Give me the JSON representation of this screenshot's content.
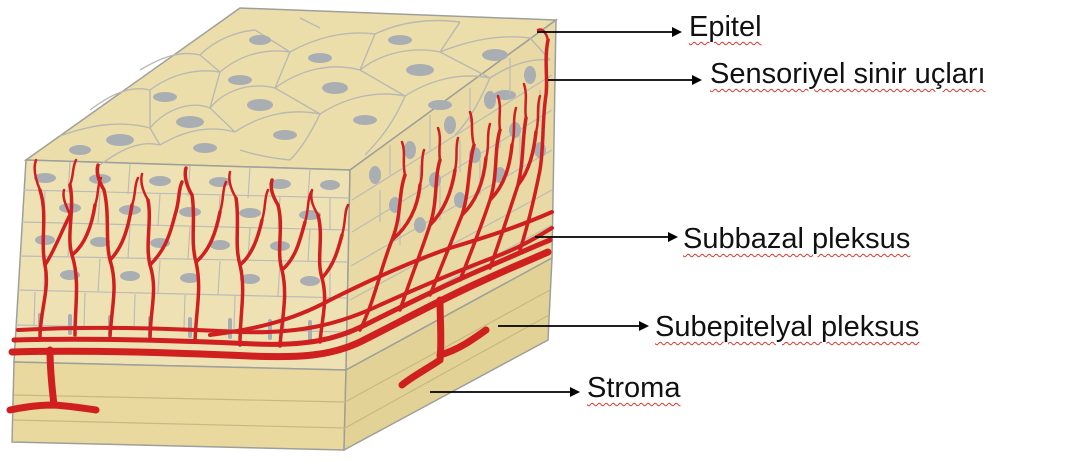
{
  "labels": {
    "epitel": "Epitel",
    "sensoriyel": "Sensoriyel sinir uçları",
    "subbazal": "Subbazal pleksus",
    "subepitelyal": "Subepitelyal pleksus",
    "stroma": "Stroma"
  },
  "colors": {
    "nerve": "#cf1f1f",
    "epithelium": "#ecdeaa",
    "stroma": "#e6d59a",
    "cell_outline": "#b9b9b2",
    "nucleus": "#a9aeb3",
    "arrow": "#000000",
    "spellcheck_underline": "#d9382f"
  }
}
